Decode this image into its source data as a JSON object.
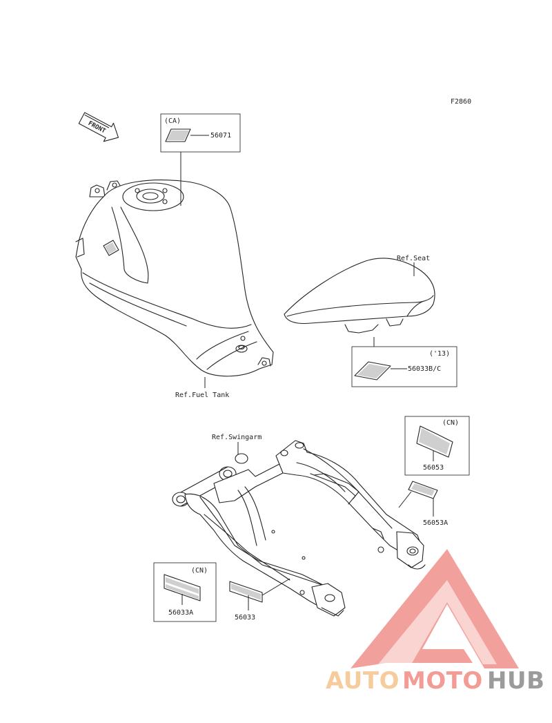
{
  "figure_code": "F2860",
  "front_arrow": "FRONT",
  "parts": {
    "fuel_tank_ref": "Ref.Fuel Tank",
    "seat_ref": "Ref.Seat",
    "swingarm_ref": "Ref.Swingarm",
    "label_56071": {
      "region": "(CA)",
      "part_number": "56071"
    },
    "label_56033bc": {
      "region": "('13)",
      "part_number": "56033B/C"
    },
    "label_56053": {
      "region": "(CN)",
      "part_number": "56053"
    },
    "label_56053a": {
      "part_number": "56053A"
    },
    "label_56033a": {
      "region": "(CN)",
      "part_number": "56033A"
    },
    "label_56033": {
      "part_number": "56033"
    }
  },
  "watermark": {
    "word_1": "AUTO",
    "word_2": "MOTO",
    "word_3": "HUB",
    "colors": {
      "auto": "#f5c48c",
      "moto": "#f28b84",
      "hub": "#8a8a8a",
      "logo": "#f0908a"
    }
  }
}
